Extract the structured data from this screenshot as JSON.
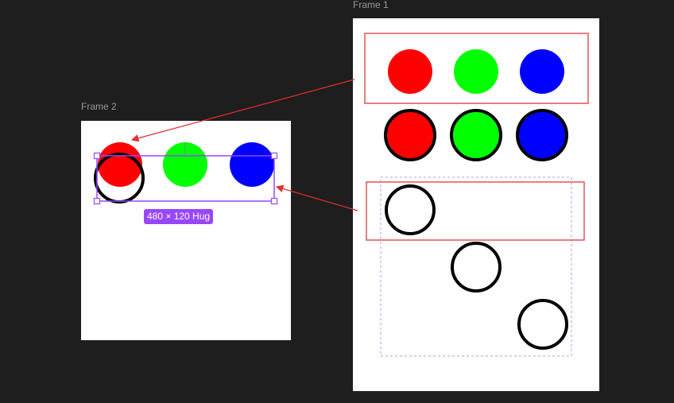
{
  "frames": {
    "frame1": {
      "label": "Frame 1"
    },
    "frame2": {
      "label": "Frame 2"
    }
  },
  "selection": {
    "size_badge": "480 × 120 Hug"
  },
  "colors": {
    "canvas_bg": "#1e1e1e",
    "frame_bg": "#ffffff",
    "red": "#ff0000",
    "green": "#00ff00",
    "blue": "#0000ff",
    "selection": "#9747ff",
    "highlight_box": "#e05555",
    "dashed_guide": "#c58cf5"
  },
  "icons": {
    "resize_handle": "square-handle-icon"
  }
}
